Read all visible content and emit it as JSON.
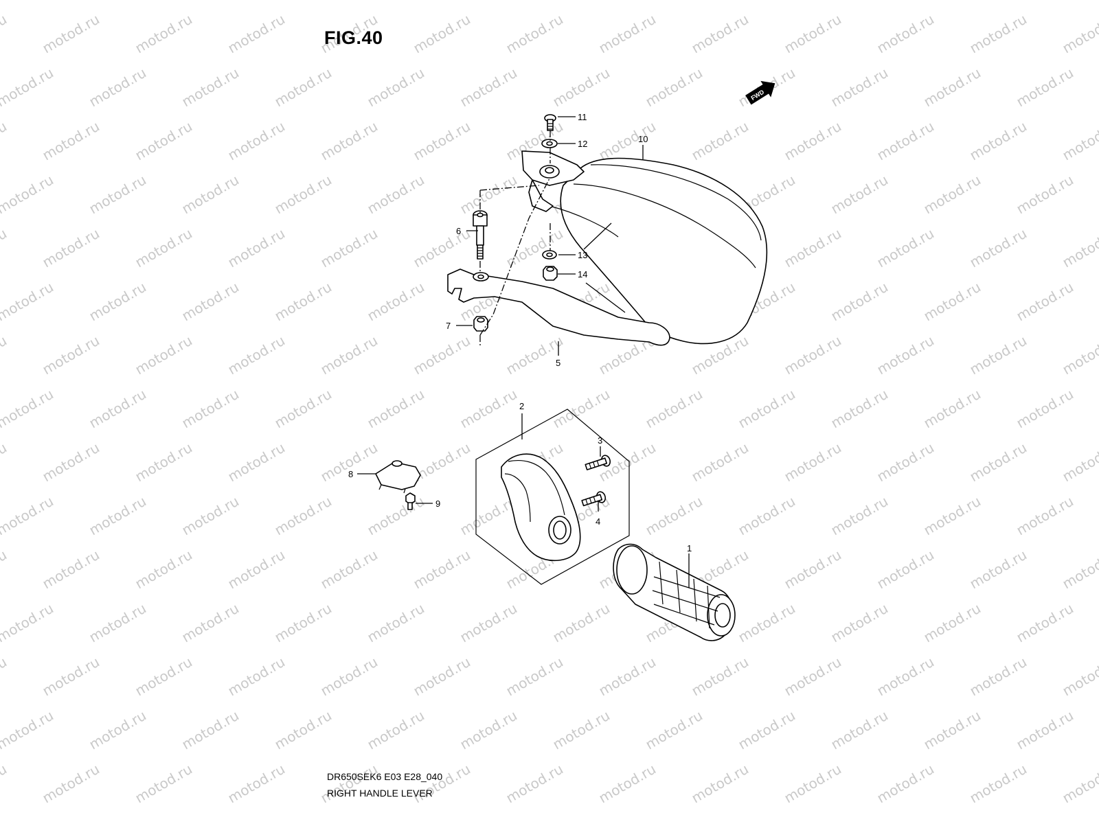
{
  "figure": {
    "title": "FIG.40"
  },
  "watermark": {
    "text": "motod.ru"
  },
  "fwd_badge": {
    "label": "FWD",
    "icon": "fwd-arrow-icon"
  },
  "callouts": [
    {
      "id": "1",
      "label": "1"
    },
    {
      "id": "2",
      "label": "2"
    },
    {
      "id": "3",
      "label": "3"
    },
    {
      "id": "4",
      "label": "4"
    },
    {
      "id": "5",
      "label": "5"
    },
    {
      "id": "6",
      "label": "6"
    },
    {
      "id": "7",
      "label": "7"
    },
    {
      "id": "8",
      "label": "8"
    },
    {
      "id": "9",
      "label": "9"
    },
    {
      "id": "10",
      "label": "10"
    },
    {
      "id": "11",
      "label": "11"
    },
    {
      "id": "12",
      "label": "12"
    },
    {
      "id": "13",
      "label": "13"
    },
    {
      "id": "14",
      "label": "14"
    }
  ],
  "footer": {
    "code": "DR650SEK6 E03 E28_040",
    "name": "RIGHT HANDLE LEVER"
  },
  "colors": {
    "line": "#000000",
    "watermark": "#c9c9c9",
    "background": "#ffffff"
  }
}
